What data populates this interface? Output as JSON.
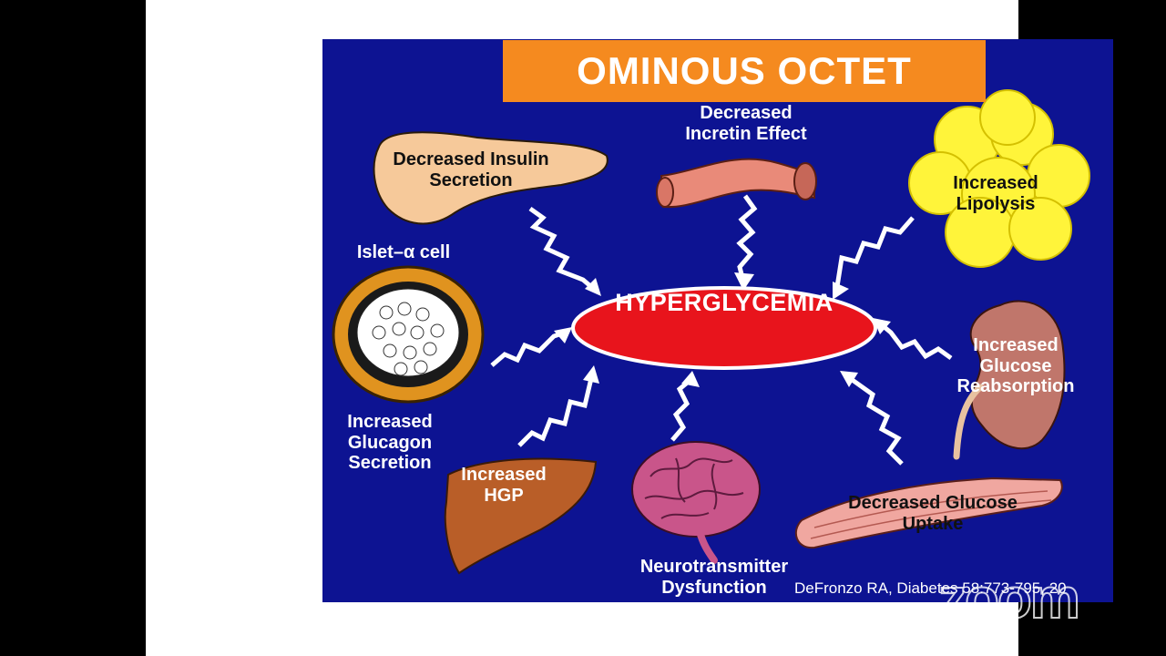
{
  "title": "OMINOUS OCTET",
  "center": "HYPERGLYCEMIA",
  "factors": {
    "insulin": "Decreased Insulin\nSecretion",
    "incretin": "Decreased\nIncretin Effect",
    "lipolysis": "Increased\nLipolysis",
    "islet": "Islet–α cell",
    "glucagon": "Increased\nGlucagon\nSecretion",
    "reabsorption": "Increased\nGlucose\nReabsorption",
    "hgp": "Increased\nHGP",
    "neuro": "Neurotransmitter\nDysfunction",
    "uptake": "Decreased Glucose\nUptake"
  },
  "citation": "DeFronzo RA,  Diabetes 58:773-795, 20",
  "app": {
    "watermark": "zoom"
  },
  "colors": {
    "background": "#0d1392",
    "title_bar": "#f58a1f",
    "center_ellipse": "#e8141c"
  }
}
